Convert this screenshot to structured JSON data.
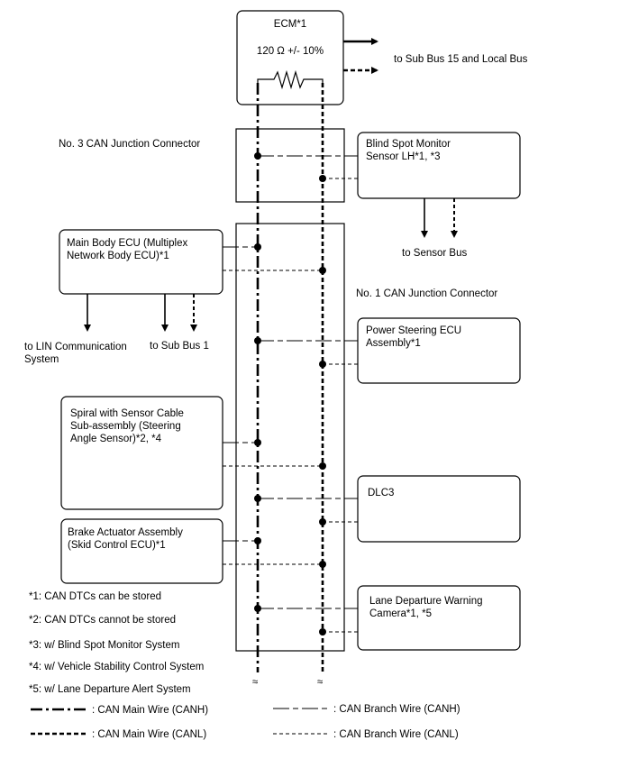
{
  "ecm": {
    "title": "ECM*1",
    "resistance": "120 Ω +/- 10%",
    "output_label": "to Sub Bus 15 and Local Bus"
  },
  "junction3": {
    "label": "No. 3 CAN Junction Connector"
  },
  "junction1": {
    "label": "No. 1 CAN Junction Connector"
  },
  "blind_spot": {
    "lines": [
      "Blind Spot Monitor",
      "Sensor LH*1, *3"
    ],
    "output_label": "to Sensor Bus"
  },
  "main_body": {
    "lines": [
      "Main Body ECU (Multiplex",
      "Network Body ECU)*1"
    ],
    "lin_label": [
      "to LIN Communication",
      "System"
    ],
    "subbus_label": "to Sub Bus 1"
  },
  "power_steering": {
    "lines": [
      "Power Steering ECU",
      "Assembly*1"
    ]
  },
  "spiral": {
    "lines": [
      "Spiral with Sensor Cable",
      "Sub-assembly (Steering",
      "Angle Sensor)*2, *4"
    ]
  },
  "dlc3": {
    "lines": [
      "DLC3"
    ]
  },
  "brake": {
    "lines": [
      "Brake Actuator Assembly",
      "(Skid Control ECU)*1"
    ]
  },
  "lane": {
    "lines": [
      "Lane Departure Warning",
      "Camera*1, *5"
    ]
  },
  "notes": [
    "*1: CAN DTCs can be stored",
    "*2: CAN DTCs cannot be stored",
    "*3: w/ Blind Spot Monitor System",
    "*4: w/ Vehicle Stability Control System",
    "*5: w/ Lane Departure Alert System"
  ],
  "legend": {
    "main_canh": ": CAN Main Wire (CANH)",
    "main_canl": ": CAN Main Wire (CANL)",
    "branch_canh": ": CAN Branch Wire (CANH)",
    "branch_canl": ": CAN Branch Wire (CANL)"
  },
  "break_symbol": "≈"
}
